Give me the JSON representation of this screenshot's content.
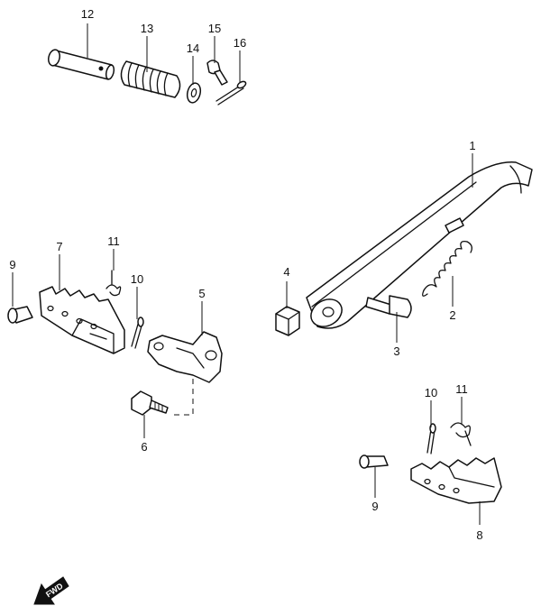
{
  "callouts": {
    "c1": "1",
    "c2": "2",
    "c3": "3",
    "c4": "4",
    "c5": "5",
    "c6": "6",
    "c7": "7",
    "c8": "8",
    "c9a": "9",
    "c9b": "9",
    "c10a": "10",
    "c10b": "10",
    "c11a": "11",
    "c11b": "11",
    "c12": "12",
    "c13": "13",
    "c14": "14",
    "c15": "15",
    "c16": "16"
  },
  "fwd_label": "FWD"
}
